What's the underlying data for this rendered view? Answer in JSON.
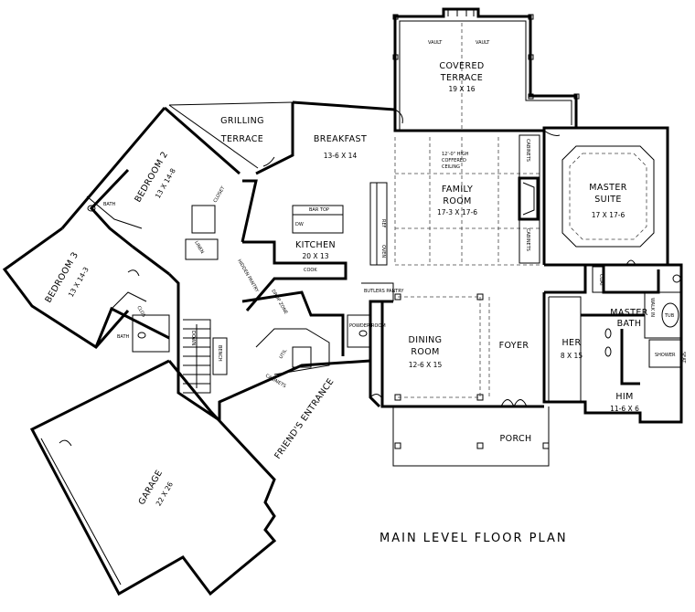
{
  "title": "MAIN LEVEL FLOOR PLAN",
  "rooms": {
    "covered_terrace": {
      "name1": "COVERED",
      "name2": "TERRACE",
      "dim": "19 X 16"
    },
    "vault_left": "VAULT",
    "vault_right": "VAULT",
    "grilling_terrace": {
      "name1": "GRILLING",
      "name2": "TERRACE"
    },
    "breakfast": {
      "name": "BREAKFAST",
      "dim": "13-6 X 14"
    },
    "bedroom2": {
      "name": "BEDROOM 2",
      "dim": "13 X 14-8"
    },
    "bedroom3": {
      "name": "BEDROOM 3",
      "dim": "13 X 14-3"
    },
    "family_room": {
      "name1": "FAMILY",
      "name2": "ROOM",
      "dim": "17-3 X 17-6"
    },
    "coffered": {
      "l1": "12'-0\" HIGH",
      "l2": "COFFERED",
      "l3": "CEILING"
    },
    "master_suite": {
      "name1": "MASTER",
      "name2": "SUITE",
      "dim": "17 X 17-6"
    },
    "kitchen": {
      "name": "KITCHEN",
      "dim": "20 X 13"
    },
    "dining_room": {
      "name1": "DINING",
      "name2": "ROOM",
      "dim": "12-6 X 15"
    },
    "foyer": {
      "name": "FOYER"
    },
    "master_bath": {
      "name1": "MASTER",
      "name2": "BATH"
    },
    "her": {
      "name": "HER",
      "dim": "8 X 15"
    },
    "him": {
      "name": "HIM",
      "dim": "11-6 X 6"
    },
    "garage": {
      "name": "GARAGE",
      "dim": "22 X 26"
    },
    "porch": {
      "name": "PORCH"
    },
    "friends_entrance": {
      "name": "FRIEND'S ENTRANCE"
    }
  },
  "small_labels": {
    "bath1": "BATH",
    "bath2": "BATH",
    "closet": "CLOSET",
    "clos": "CLOS",
    "linen": "LINEN",
    "hidden_pantry": "HIDDEN PANTRY",
    "drop_zone": "DROP ZONE",
    "butlers_pantry": "BUTLERS PANTRY",
    "powder_room": "POWDER ROOM",
    "util": "UTIL",
    "cabinets_util": "CABINETS",
    "bench": "BENCH",
    "down": "DOWN",
    "bar_top": "BAR TOP",
    "dw": "DW",
    "cook": "COOK",
    "ref": "REF",
    "oven": "OVEN",
    "cabinets_top": "CABINETS",
    "cabinets_bottom": "CABINETS",
    "coat": "COAT",
    "walk_in": "WALK IN",
    "tub": "TUB",
    "shower": "SHOWER",
    "seat": "SEAT"
  },
  "icons": [
    "door-swing-icon",
    "toilet-icon",
    "sink-icon",
    "tub-icon",
    "fireplace-icon",
    "stair-arrow-icon"
  ]
}
